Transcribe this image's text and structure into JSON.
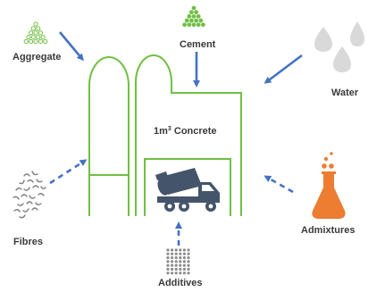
{
  "labels": {
    "aggregate": "Aggregate",
    "cement": "Cement",
    "water": "Water",
    "concrete": "1m",
    "concrete_sup": "3",
    "concrete_rest": " Concrete",
    "fibres": "Fibres",
    "admixtures": "Admixtures",
    "additives": "Additives"
  },
  "icons": {
    "aggregate": "aggregate-pile-icon",
    "cement": "cement-pile-icon",
    "water": "water-drops-icon",
    "fibres": "fibres-icon",
    "admixtures": "flask-icon",
    "additives": "additives-grid-icon",
    "truck": "concrete-mixer-truck-icon"
  },
  "colors": {
    "plant": "#71bf44",
    "arrow": "#4472c4",
    "water": "#d9d9d9",
    "admixture": "#ed7d31",
    "truck": "#44546a",
    "additives": "#8c8c8c",
    "fibres": "#7f7f7f",
    "text": "#3a3a3a"
  }
}
